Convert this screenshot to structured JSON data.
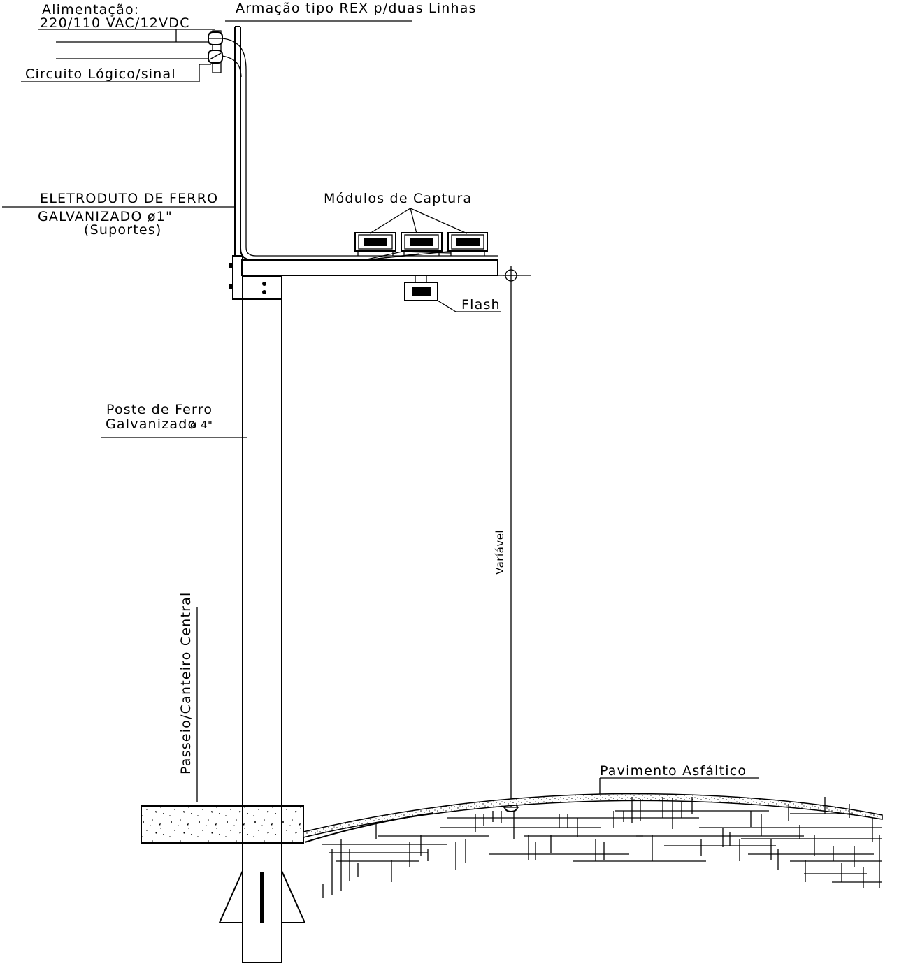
{
  "labels": {
    "alimentacao_title": "Alimentação:",
    "alimentacao_voltage": "220/110 VAC/12VDC",
    "armacao": "Armação tipo REX p/duas Linhas",
    "circuito_logico": "Circuito Lógico/sinal",
    "eletroduto_line1": "ELETRODUTO DE FERRO",
    "eletroduto_line2": "GALVANIZADO ø1\"",
    "eletroduto_line3": "(Suportes)",
    "modulos_captura": "Módulos de Captura",
    "flash": "Flash",
    "poste_line1": "Poste de Ferro",
    "poste_line2": "Galvanizado",
    "poste_diameter": "ø 4\"",
    "variavel": "Varíável",
    "passeio": "Passeio/Canteiro Central",
    "pavimento": "Pavimento Asfáltico"
  }
}
